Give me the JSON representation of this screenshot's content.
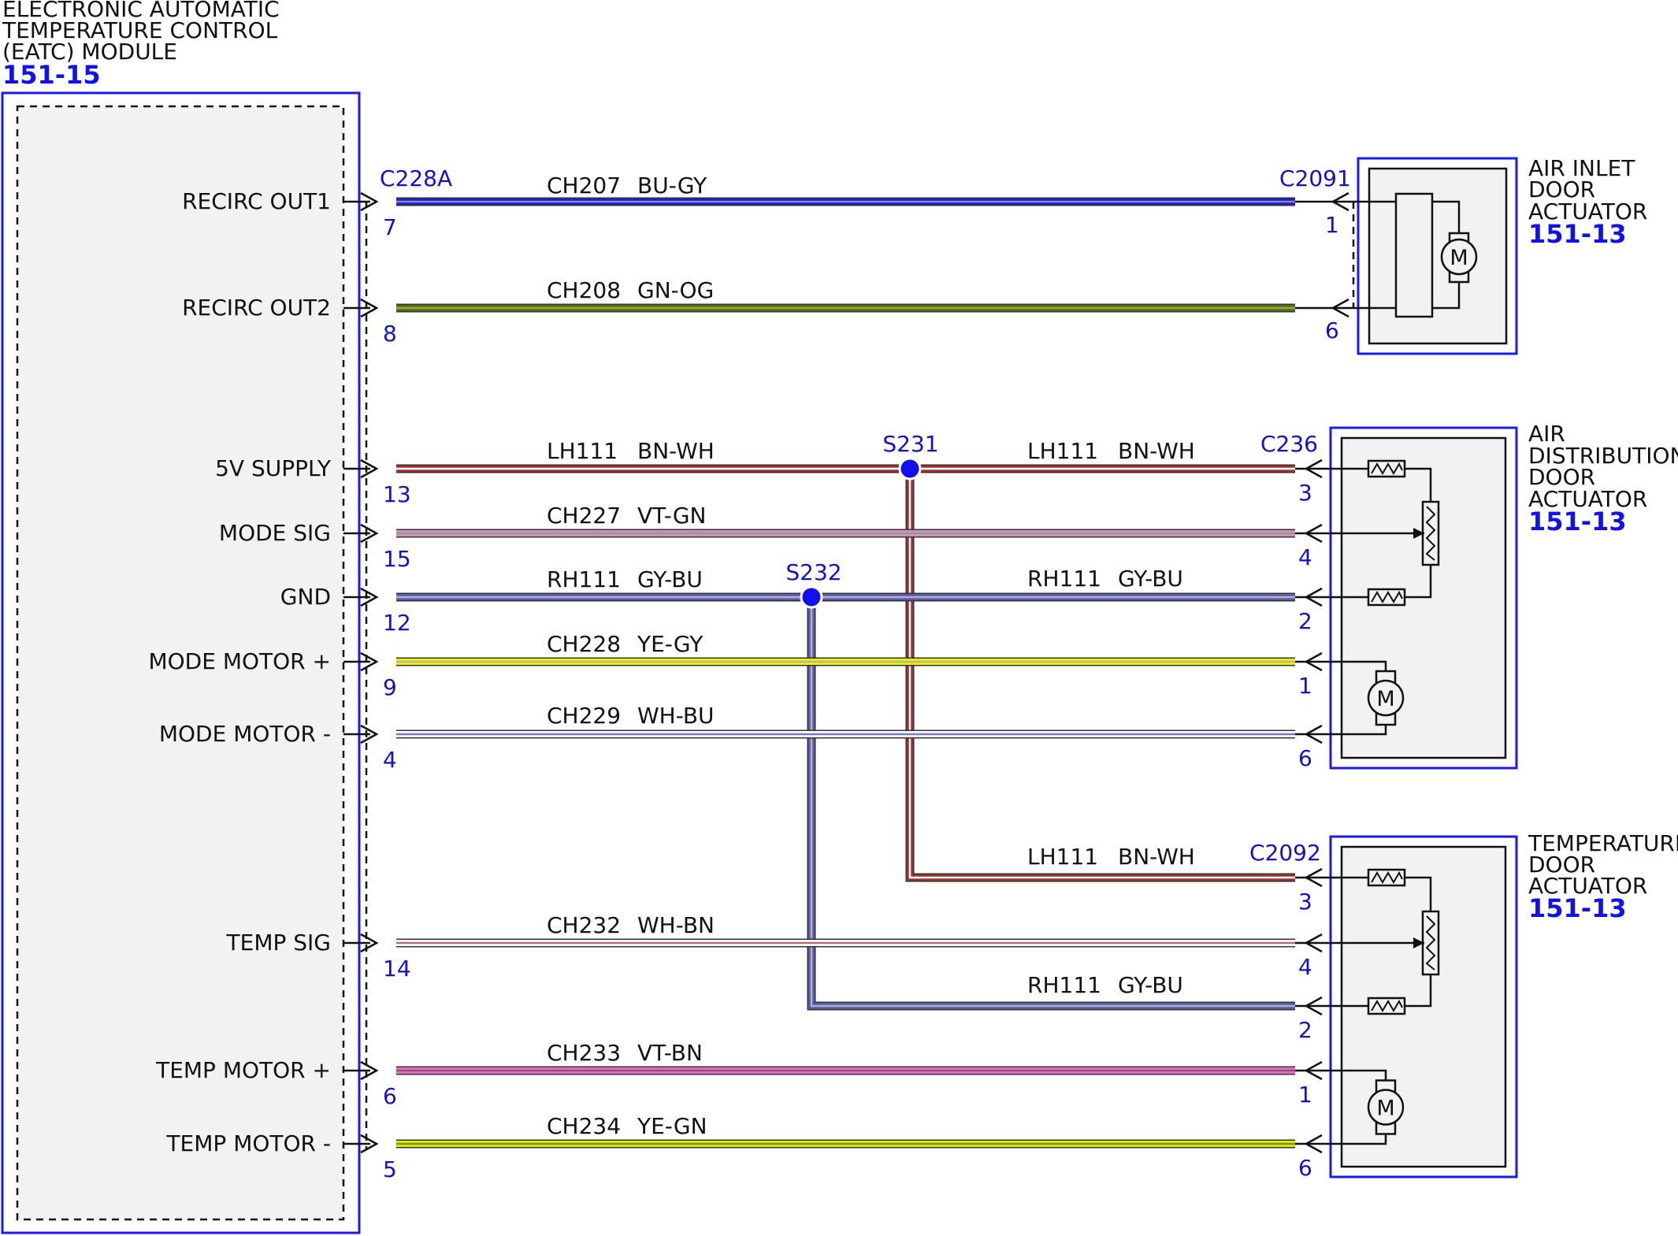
{
  "module": {
    "title": [
      "ELECTRONIC AUTOMATIC",
      "TEMPERATURE CONTROL",
      "(EATC) MODULE"
    ],
    "ref": "151-15",
    "connector": "C228A"
  },
  "signals": [
    "RECIRC OUT1",
    "RECIRC OUT2",
    "5V SUPPLY",
    "MODE SIG",
    "GND",
    "MODE MOTOR +",
    "MODE MOTOR -",
    "TEMP SIG",
    "TEMP MOTOR +",
    "TEMP MOTOR -"
  ],
  "module_pins": [
    "7",
    "8",
    "13",
    "15",
    "12",
    "9",
    "4",
    "14",
    "6",
    "5"
  ],
  "wires": [
    {
      "circuit": "CH207",
      "color": "BU-GY"
    },
    {
      "circuit": "CH208",
      "color": "GN-OG"
    },
    {
      "circuit": "LH111",
      "color": "BN-WH"
    },
    {
      "circuit": "CH227",
      "color": "VT-GN"
    },
    {
      "circuit": "RH111",
      "color": "GY-BU"
    },
    {
      "circuit": "CH228",
      "color": "YE-GY"
    },
    {
      "circuit": "CH229",
      "color": "WH-BU"
    },
    {
      "circuit": "CH232",
      "color": "WH-BN"
    },
    {
      "circuit": "CH233",
      "color": "VT-BN"
    },
    {
      "circuit": "CH234",
      "color": "YE-GN"
    },
    {
      "circuit": "LH111",
      "color": "BN-WH"
    },
    {
      "circuit": "RH111",
      "color": "GY-BU"
    },
    {
      "circuit": "LH111",
      "color": "BN-WH"
    },
    {
      "circuit": "RH111",
      "color": "GY-BU"
    }
  ],
  "splices": [
    "S231",
    "S232"
  ],
  "components": [
    {
      "title": [
        "AIR INLET",
        "DOOR",
        "ACTUATOR"
      ],
      "ref": "151-13",
      "connector": "C2091",
      "pins": [
        "1",
        "6"
      ]
    },
    {
      "title": [
        "AIR",
        "DISTRIBUTION",
        "DOOR",
        "ACTUATOR"
      ],
      "ref": "151-13",
      "connector": "C236",
      "pins": [
        "3",
        "4",
        "2",
        "1",
        "6"
      ]
    },
    {
      "title": [
        "TEMPERATURE",
        "DOOR",
        "ACTUATOR"
      ],
      "ref": "151-13",
      "connector": "C2092",
      "pins": [
        "3",
        "4",
        "2",
        "1",
        "6"
      ]
    }
  ],
  "motor_label": "M",
  "colors": {
    "frame": "#1a1aee",
    "pin_text": "#1111cc",
    "BU-GY": [
      "#1a1ad8",
      "#8c8c9c"
    ],
    "GN-OG": [
      "#2e7d1e",
      "#e08a2a"
    ],
    "BN-WH": [
      "#a33030",
      "#ffffff"
    ],
    "VT-GN": [
      "#d88ad8",
      "#7fae5a"
    ],
    "GY-BU": [
      "#5a5aa8",
      "#b0b0c8"
    ],
    "YE-GY": [
      "#f0f000",
      "#b8b8a0"
    ],
    "WH-BU": [
      "#ffffff",
      "#7a7acc"
    ],
    "WH-BN": [
      "#ffffff",
      "#b07070"
    ],
    "VT-BN": [
      "#e070d0",
      "#a0506a"
    ],
    "YE-GN": [
      "#e8e800",
      "#6a9a3a"
    ]
  }
}
